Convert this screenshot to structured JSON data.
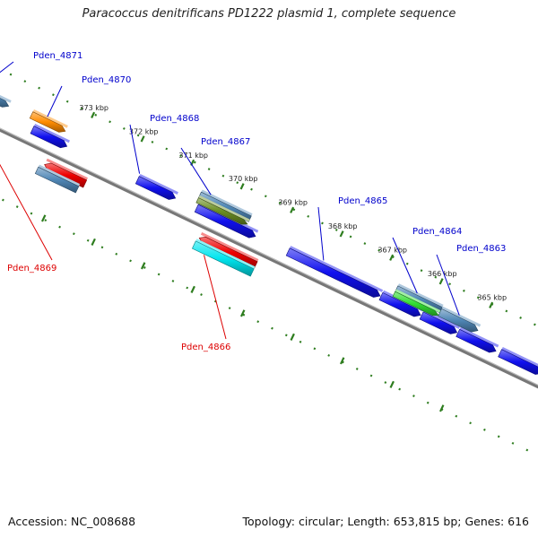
{
  "title": "Paracoccus denitrificans PD1222 plasmid 1, complete sequence",
  "footer": {
    "accession": "Accession: NC_008688",
    "stats": "Topology: circular; Length: 653,815 bp; Genes: 616"
  },
  "colors": {
    "forward_label": "#0000cc",
    "reverse_label": "#dd0000",
    "backbone": "#777777",
    "tick": "#2e7d1f",
    "cds_blue": "#1010ee",
    "trna_steel": "#4f86b5",
    "orange": "#ff8c00",
    "olive": "#6b8e23",
    "green": "#33dd33",
    "red": "#ee0000",
    "cyan": "#00e5ee"
  },
  "ticks": [
    {
      "label": "373 kbp",
      "pos": 373
    },
    {
      "label": "372 kbp",
      "pos": 372
    },
    {
      "label": "371 kbp",
      "pos": 371
    },
    {
      "label": "370 kbp",
      "pos": 370
    },
    {
      "label": "369 kbp",
      "pos": 369
    },
    {
      "label": "368 kbp",
      "pos": 368
    },
    {
      "label": "367 kbp",
      "pos": 367
    },
    {
      "label": "366 kbp",
      "pos": 366
    },
    {
      "label": "365 kbp",
      "pos": 365
    }
  ],
  "labels": [
    {
      "text": "Pden_4871",
      "strand": "forward"
    },
    {
      "text": "Pden_4870",
      "strand": "forward"
    },
    {
      "text": "Pden_4868",
      "strand": "forward"
    },
    {
      "text": "Pden_4867",
      "strand": "forward"
    },
    {
      "text": "Pden_4865",
      "strand": "forward"
    },
    {
      "text": "Pden_4864",
      "strand": "forward"
    },
    {
      "text": "Pden_4863",
      "strand": "forward"
    },
    {
      "text": "Pden_4869",
      "strand": "reverse"
    },
    {
      "text": "Pden_4866",
      "strand": "reverse"
    }
  ],
  "features": [
    {
      "name": "cds-fwd-1",
      "color": "cds_blue"
    },
    {
      "name": "cds-fwd-2",
      "color": "cds_blue"
    },
    {
      "name": "cds-fwd-3",
      "color": "cds_blue"
    },
    {
      "name": "cds-fwd-4",
      "color": "cds_blue"
    },
    {
      "name": "cds-fwd-5",
      "color": "cds_blue"
    },
    {
      "name": "cds-fwd-6",
      "color": "cds_blue"
    },
    {
      "name": "cds-fwd-7",
      "color": "cds_blue"
    },
    {
      "name": "cds-fwd-8",
      "color": "cds_blue"
    },
    {
      "name": "cds-fwd-9",
      "color": "cds_blue"
    },
    {
      "name": "gene-4871",
      "color": "trna_steel"
    },
    {
      "name": "gene-4870",
      "color": "orange"
    },
    {
      "name": "gene-4867-a",
      "color": "trna_steel"
    },
    {
      "name": "gene-4867-b",
      "color": "olive"
    },
    {
      "name": "gene-4864-a",
      "color": "trna_steel"
    },
    {
      "name": "gene-4864-b",
      "color": "green"
    },
    {
      "name": "gene-4863",
      "color": "trna_steel"
    },
    {
      "name": "gene-4869-a",
      "color": "red"
    },
    {
      "name": "gene-4869-b",
      "color": "trna_steel"
    },
    {
      "name": "gene-4866-a",
      "color": "red"
    },
    {
      "name": "gene-4866-b",
      "color": "cyan"
    }
  ]
}
